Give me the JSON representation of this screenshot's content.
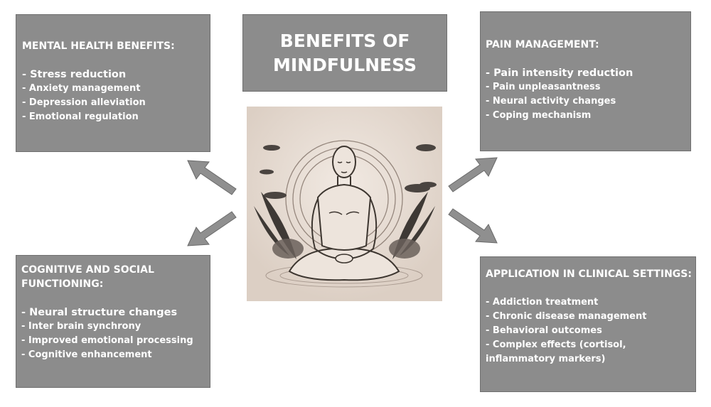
{
  "title": {
    "line1": "BENEFITS OF",
    "line2": "MINDFULNESS"
  },
  "mental_health": {
    "heading": "MENTAL HEALTH BENEFITS:",
    "items": [
      "- Stress reduction",
      "- Anxiety management",
      "- Depression alleviation",
      "- Emotional regulation"
    ]
  },
  "pain": {
    "heading": "PAIN MANAGEMENT:",
    "items": [
      "- Pain intensity reduction",
      "- Pain unpleasantness",
      "- Neural activity changes",
      "- Coping mechanism"
    ]
  },
  "cognitive": {
    "heading_line1": "COGNITIVE AND SOCIAL",
    "heading_line2": "FUNCTIONING:",
    "items": [
      "- Neural structure changes",
      "- Inter brain synchrony",
      "- Improved emotional processing",
      "- Cognitive enhancement"
    ]
  },
  "clinical": {
    "heading": "APPLICATION IN CLINICAL SETTINGS:",
    "items": [
      "- Addiction treatment",
      "- Chronic disease management",
      "- Behavioral outcomes",
      "- Complex effects (cortisol,",
      "inflammatory markers)"
    ]
  },
  "colors": {
    "box": "#8c8c8c",
    "text": "#ffffff",
    "illustration_bg": "#e6dbd2"
  }
}
